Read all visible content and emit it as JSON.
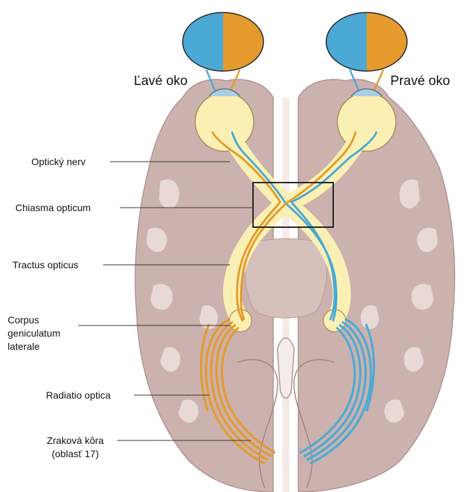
{
  "eyes": {
    "left": "Ľavé oko",
    "right": "Pravé oko"
  },
  "labels": {
    "optic_nerve": "Optický nerv",
    "chiasm": "Chiasma opticum",
    "tract": "Tractus opticus",
    "lgn_1": "Corpus",
    "lgn_2": "geniculatum",
    "lgn_3": "laterale",
    "radiation": "Radiatio optica",
    "cortex_1": "Zraková kôra",
    "cortex_2": "(oblasť 17)"
  },
  "colors": {
    "left_field": "#4ba9d6",
    "right_field": "#e49a2c",
    "pathway_fill": "#faf0b4",
    "brain": "#cbb2ae",
    "brain_dark": "#b99892",
    "sulci": "#f2e8e4"
  }
}
